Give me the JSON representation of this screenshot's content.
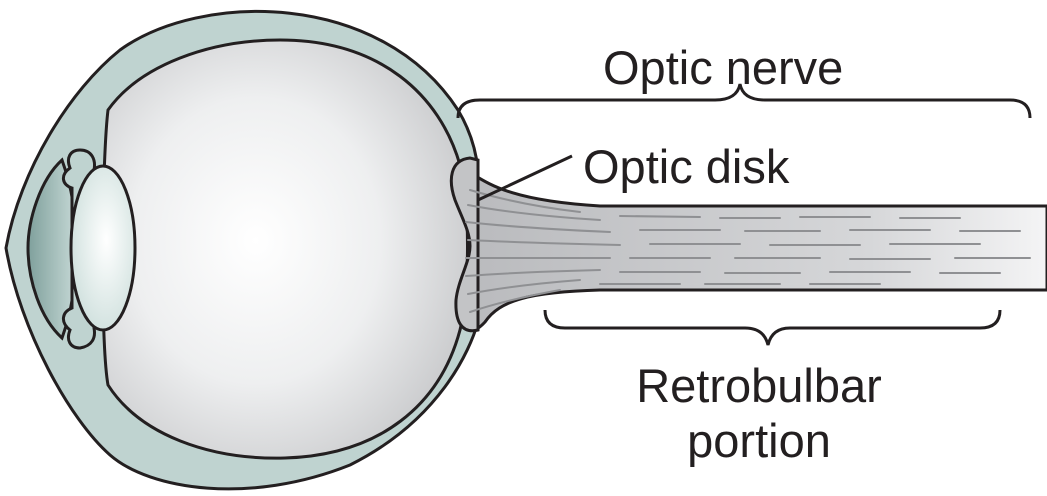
{
  "labels": {
    "optic_nerve": "Optic nerve",
    "optic_disk": "Optic disk",
    "retrobulbar_line1": "Retrobulbar",
    "retrobulbar_line2": "portion"
  },
  "colors": {
    "sclera": "#bfd3d0",
    "globe_interior": "#e4e5e6",
    "lens": "#eef2f1",
    "cornea_chamber": "#a9c2bf",
    "nerve": "#c8c9cb",
    "outline": "#231f20",
    "fiber": "#8f9093"
  }
}
